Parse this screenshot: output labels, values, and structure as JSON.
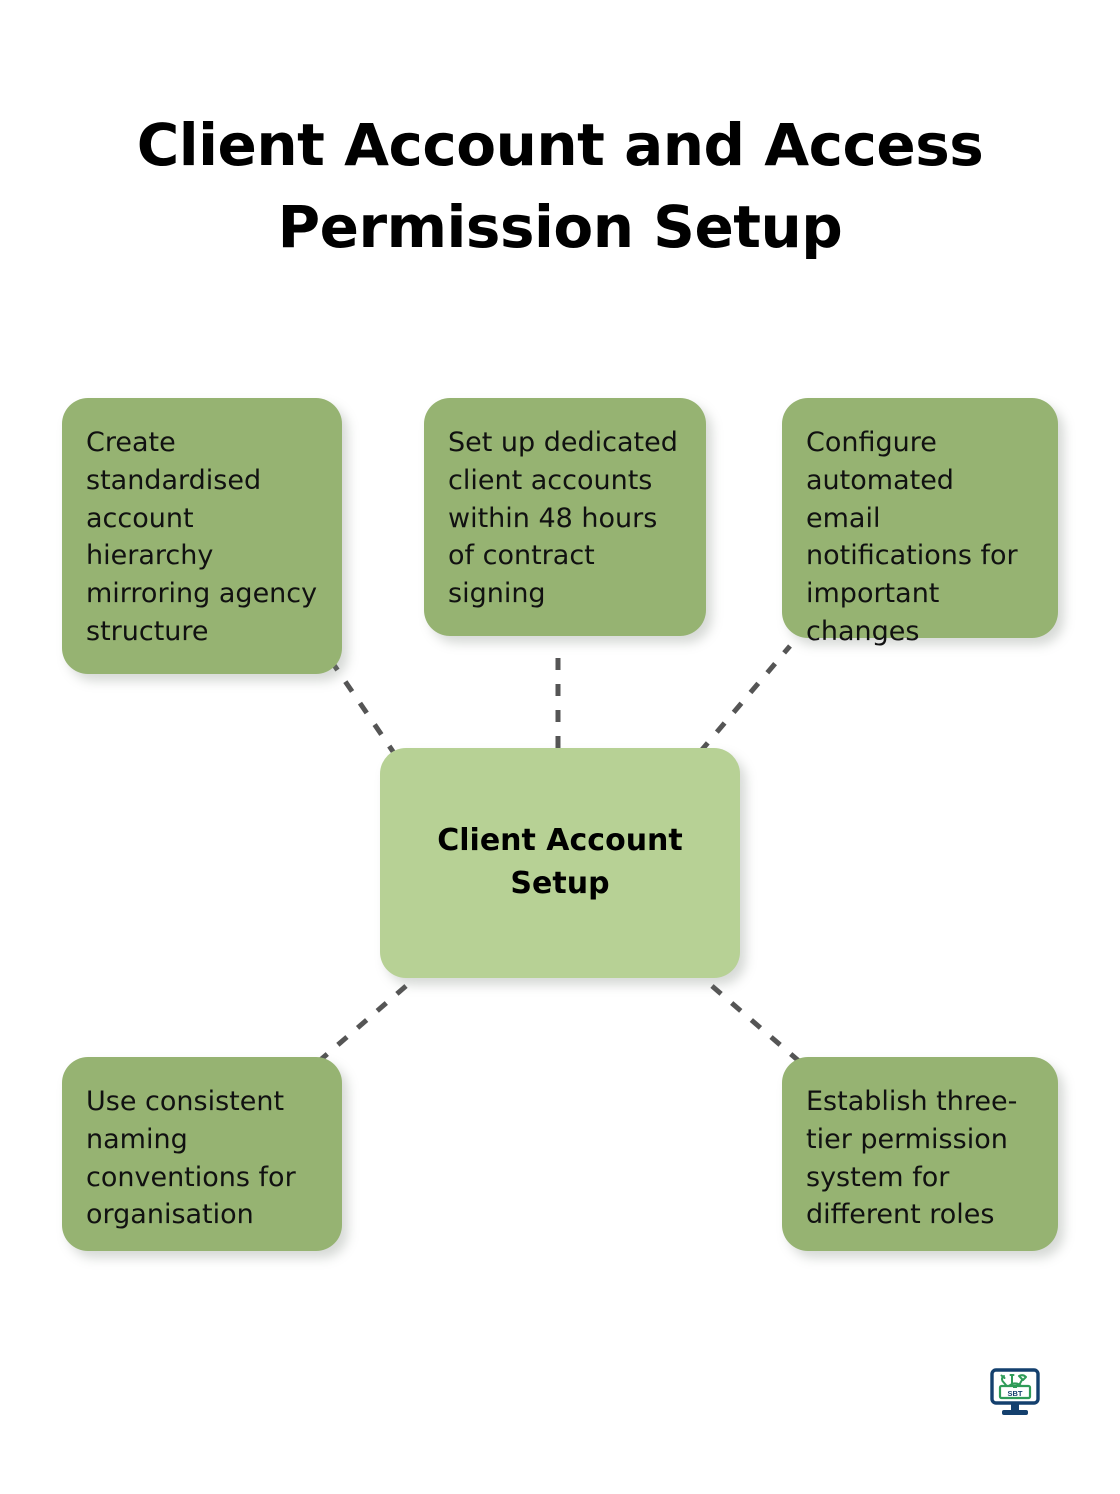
{
  "page": {
    "title": "Client Account and Access\nPermission Setup",
    "background_color": "#ffffff"
  },
  "colors": {
    "node_green": "#96b372",
    "center_green": "#b7d195",
    "connector_gray": "#555555",
    "text_black": "#111111",
    "logo_navy": "#14406e",
    "logo_green": "#2f9b58"
  },
  "diagram": {
    "type": "mind-map",
    "center": {
      "id": "client-account-setup",
      "label": "Client Account\nSetup"
    },
    "nodes": [
      {
        "id": "standardised-hierarchy",
        "position": "top-left",
        "label": "Create\nstandardised\naccount\nhierarchy\nmirroring agency\nstructure"
      },
      {
        "id": "dedicated-accounts",
        "position": "top-center",
        "label": "Set up dedicated\nclient accounts\nwithin 48 hours\nof contract\nsigning"
      },
      {
        "id": "email-notifications",
        "position": "top-right",
        "label": "Configure\nautomated email\nnotifications for\nimportant\nchanges"
      },
      {
        "id": "naming-conventions",
        "position": "bottom-left",
        "label": "Use consistent\nnaming\nconventions for\norganisation"
      },
      {
        "id": "three-tier-permissions",
        "position": "bottom-right",
        "label": "Establish three-\ntier permission\nsystem for\ndifferent roles"
      }
    ],
    "connectors": [
      {
        "from": "client-account-setup",
        "to": "standardised-hierarchy",
        "style": "dashed"
      },
      {
        "from": "client-account-setup",
        "to": "dedicated-accounts",
        "style": "dashed"
      },
      {
        "from": "client-account-setup",
        "to": "email-notifications",
        "style": "dashed"
      },
      {
        "from": "client-account-setup",
        "to": "naming-conventions",
        "style": "dashed"
      },
      {
        "from": "client-account-setup",
        "to": "three-tier-permissions",
        "style": "dashed"
      }
    ]
  },
  "logo": {
    "name": "sbt-monitor-toolbox-logo",
    "text": "SBT"
  }
}
